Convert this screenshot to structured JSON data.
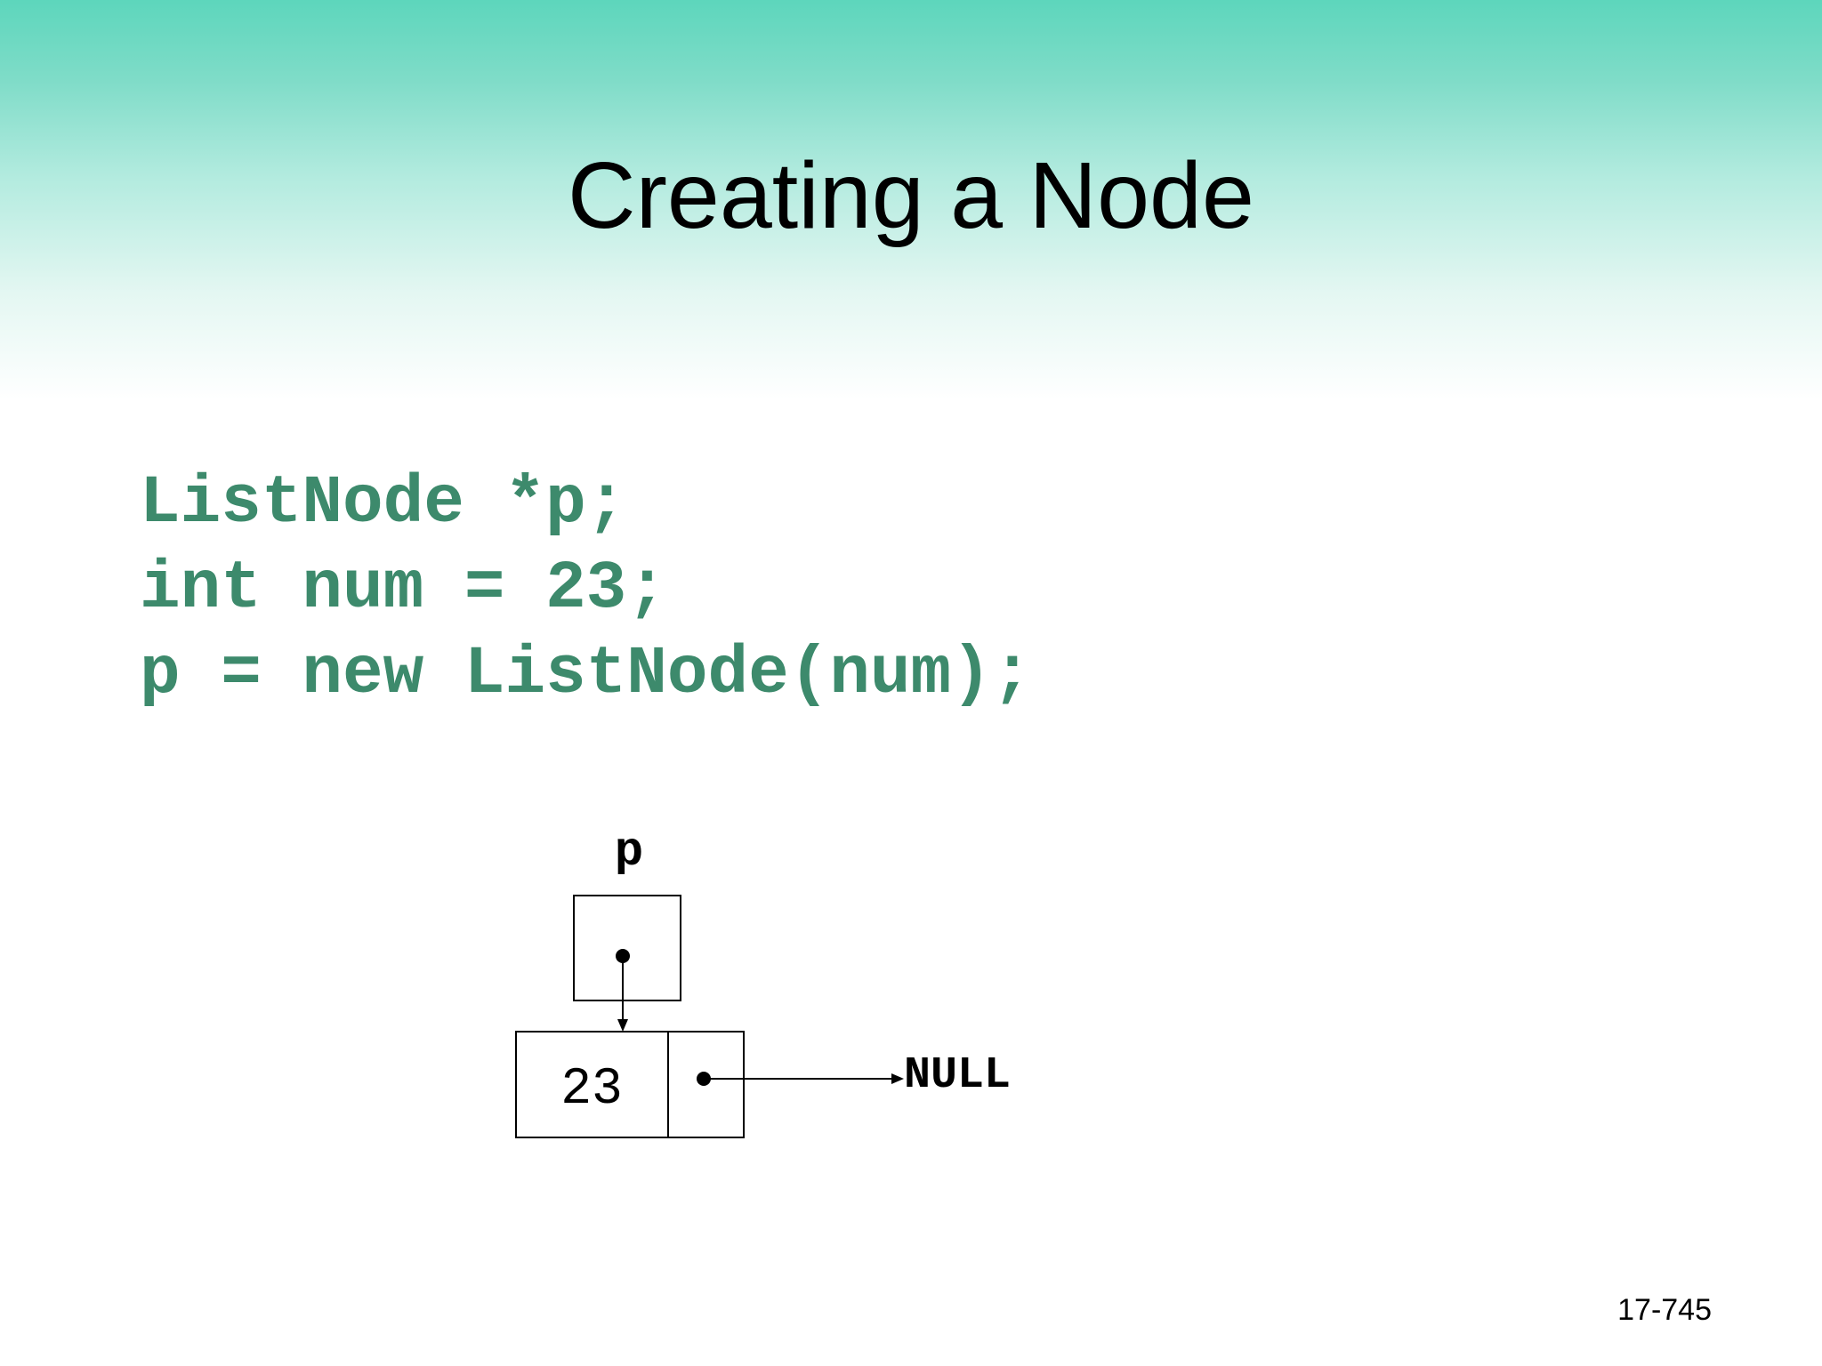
{
  "slide": {
    "title": "Creating a Node",
    "code_lines": [
      "ListNode *p;",
      "int num = 23;",
      "p = new ListNode(num);"
    ],
    "diagram": {
      "pointer_label": "p",
      "node_value": "23",
      "next_label": "NULL"
    },
    "slide_number": "17-745"
  },
  "colors": {
    "code": "#3d8a6c",
    "header_teal": "#5dd6bc"
  }
}
